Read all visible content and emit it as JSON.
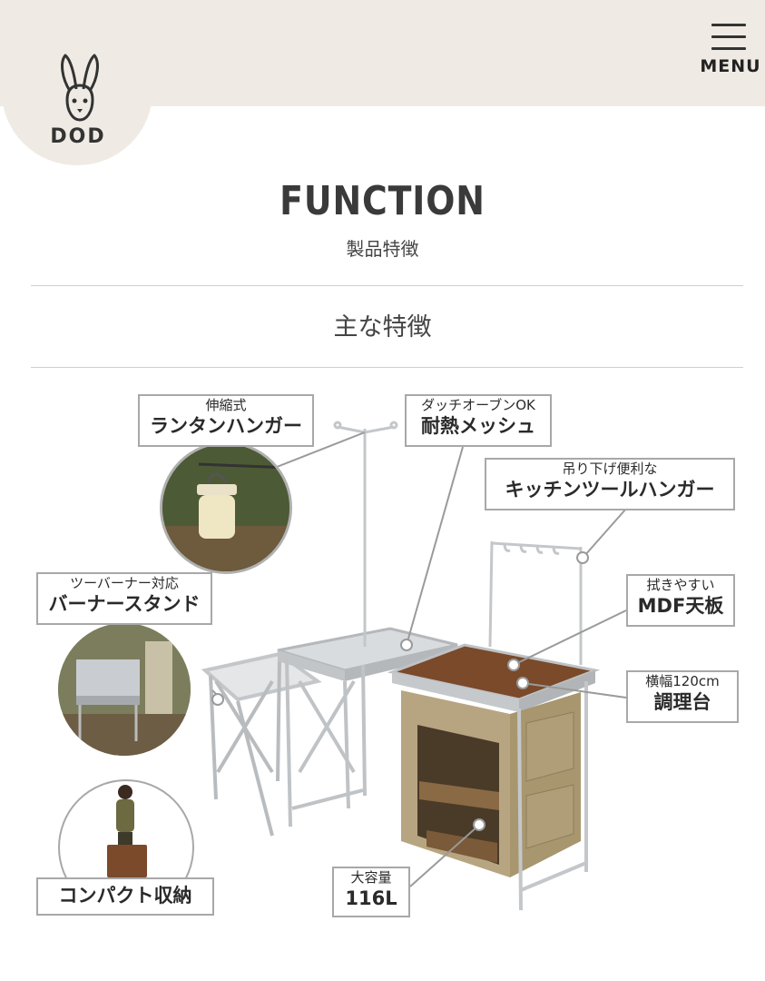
{
  "header": {
    "brand": "DOD",
    "menu_label": "MENU"
  },
  "section": {
    "title": "FUNCTION",
    "subtitle": "製品特徴",
    "heading": "主な特徴"
  },
  "features": {
    "lantern_hanger": {
      "small": "伸縮式",
      "big": "ランタンハンガー"
    },
    "heat_mesh": {
      "small": "ダッチオーブンOK",
      "big": "耐熱メッシュ"
    },
    "tool_hanger": {
      "small": "吊り下げ便利な",
      "big": "キッチンツールハンガー"
    },
    "burner_stand": {
      "small": "ツーバーナー対応",
      "big": "バーナースタンド"
    },
    "mdf_top": {
      "small": "拭きやすい",
      "big": "MDF天板"
    },
    "cooking_table": {
      "small": "横幅120cm",
      "big": "調理台"
    },
    "capacity": {
      "small": "大容量",
      "big": "116L"
    },
    "compact": {
      "big": "コンパクト収納"
    }
  },
  "icons": [
    "rabbit-logo-icon",
    "hamburger-menu-icon"
  ],
  "colors": {
    "header_bg": "#efebe4",
    "text": "#3a3a3a",
    "rule": "#cfcfcf",
    "label_border": "#a8a8a8",
    "wood_top": "#7a4a2a",
    "canvas_beige": "#b7a582",
    "aluminum": "#cfd2d4"
  }
}
